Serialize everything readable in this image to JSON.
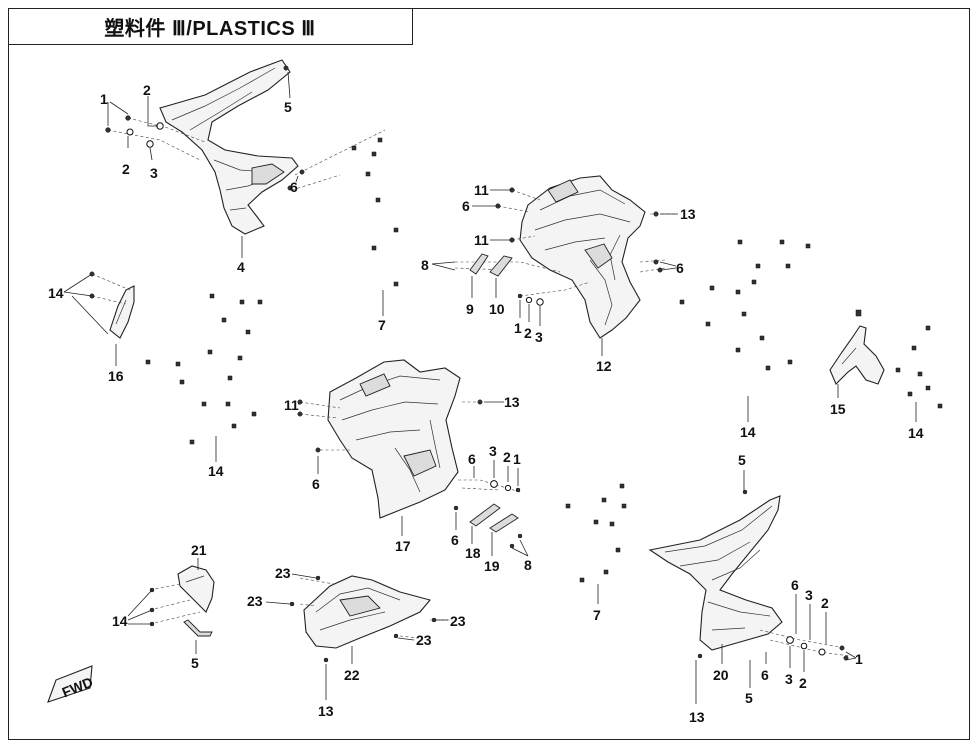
{
  "title": "塑料件 Ⅲ/PLASTICS Ⅲ",
  "fwd_label": "FWD",
  "callouts": [
    "1",
    "2",
    "3",
    "4",
    "5",
    "6",
    "7",
    "8",
    "9",
    "10",
    "11",
    "12",
    "13",
    "14",
    "15",
    "16",
    "17",
    "18",
    "19",
    "20",
    "21",
    "22",
    "23"
  ]
}
